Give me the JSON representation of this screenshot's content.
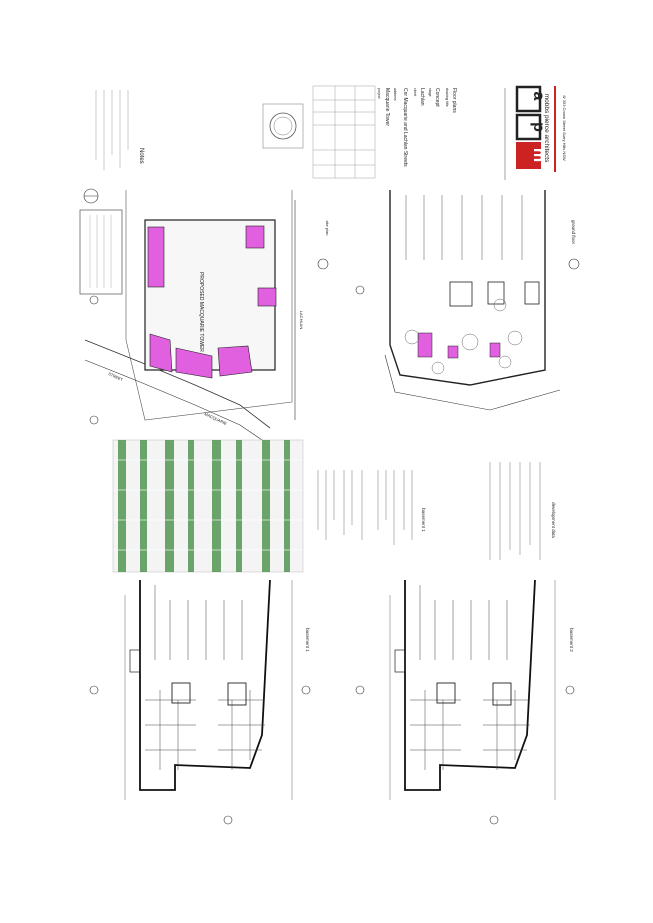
{
  "title_block": {
    "firm_logo_letters": [
      "m",
      "p",
      "a"
    ],
    "firm_name": "mobbs pierce architects",
    "firm_address": "6/ 353 Crown Street Surry Hills NSW",
    "project_label": "project",
    "project": "Macquarie Tower",
    "address_label": "address",
    "address": "Cnr Macquarie and Lachlan Streets",
    "client_label": "client",
    "client": "Lachlan",
    "stage_label": "stage",
    "stage": "Concept",
    "drawing_label": "drawing title",
    "drawing": "Floor plans"
  },
  "notes": {
    "heading": "Notes"
  },
  "plans": {
    "tower_label": "PROPOSED MACQUARIE TOWER",
    "street_side": "LACHLAN",
    "street_bottom": "MACQUARIE",
    "street_corner": "STREET",
    "basement1_label": "basement 1",
    "basement2_label": "basement 2",
    "ground_label": "ground floor",
    "development_data": "development data",
    "site_plan_label": "site plan"
  },
  "colors": {
    "highlight": "#e060e0",
    "logo_red": "#cc2222",
    "wall": "#111111",
    "green_band": "#3e8a3e"
  }
}
